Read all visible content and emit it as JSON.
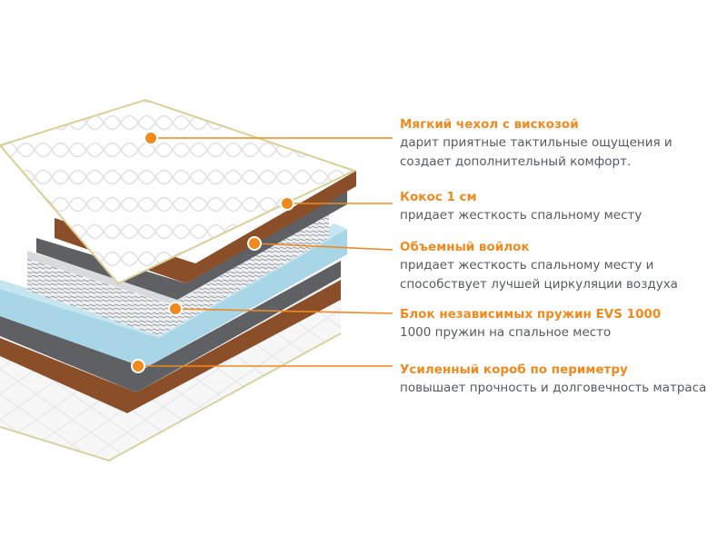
{
  "layers": [
    {
      "title": "Мягкий чехол с вискозой",
      "description": "дарит приятные тактильные ощущения и создает дополнительный комфорт."
    },
    {
      "title": "Кокос 1 см",
      "description": "придает жесткость спальному месту"
    },
    {
      "title": "Объемный войлок",
      "description": "придает жесткость спальному месту и способствует лучшей циркуляции воздуха"
    },
    {
      "title": "Блок независимых пружин EVS 1000",
      "description": "1000 пружин на спальное место"
    },
    {
      "title": "Усиленный короб по периметру",
      "description": "повышает прочность и долговечность матраса"
    }
  ],
  "colors": {
    "accent": "#ef8a1f",
    "text": "#555a60",
    "coconut": "#8a4e28",
    "felt": "#5f6064",
    "foam": "#a9d6e6",
    "cover": "#ffffff"
  }
}
